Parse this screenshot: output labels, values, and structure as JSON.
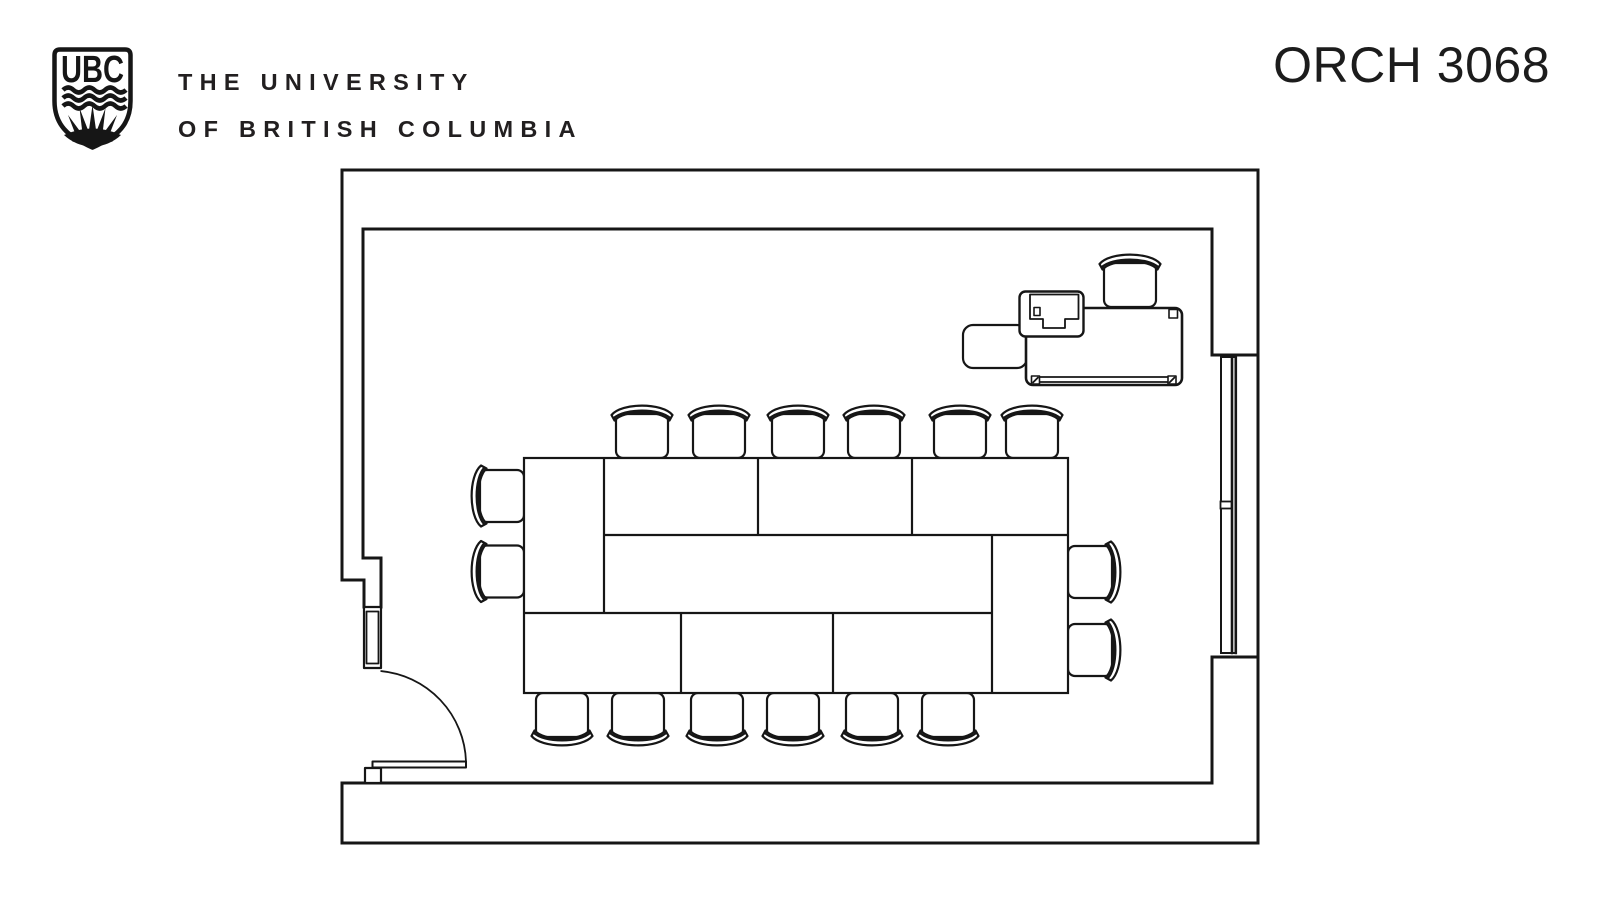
{
  "header": {
    "logo_monogram": "UBC",
    "institution_name_line1": "THE UNIVERSITY",
    "institution_name_line2": "OF BRITISH COLUMBIA",
    "room_label": "ORCH 3068"
  },
  "floor_plan": {
    "room_name": "ORCH 3068",
    "drawing_type": "top-down room floor plan, black line work on white",
    "door": {
      "location": "lower-left wall",
      "type": "single swing door with sidelight",
      "swing": "quarter-circle arc into room"
    },
    "window": {
      "location": "right wall",
      "style": "double-line glazing with center mullion tick"
    },
    "conference_table": {
      "modules": 9,
      "arrangement": "pinwheel rectangle",
      "seats_at_table": 16
    },
    "chairs": {
      "top_row": 6,
      "bottom_row": 6,
      "left_end": 2,
      "right_end": 2,
      "presenter_station": 1,
      "total": 17
    },
    "av_equipment": {
      "credenza": 1,
      "console_on_credenza": 1,
      "side_table": 1
    }
  },
  "colors": {
    "background": "#ffffff",
    "line": "#161616",
    "text": "#221f20"
  }
}
